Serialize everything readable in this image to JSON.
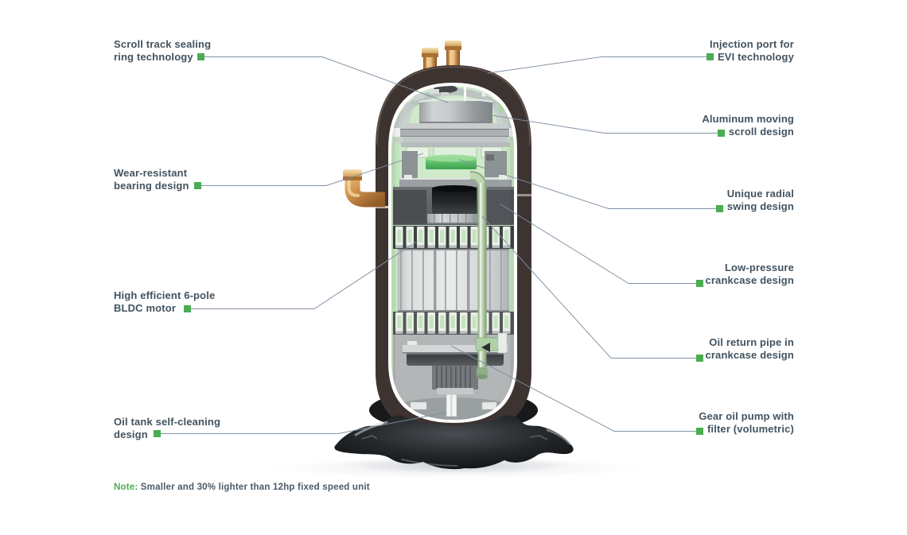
{
  "diagram": {
    "type": "product-feature-callout",
    "subject": "Scroll compressor cutaway illustration",
    "colors": {
      "accent_green": "#4bad51",
      "label_text": "#42535f",
      "leader_line": "#7e8fa0",
      "shell_brown": "#3d3431",
      "interior_green": "#cfe9ca",
      "copper": "#d89f58",
      "base_black": "#17191b"
    },
    "labels_left": [
      {
        "line1": "Scroll track sealing",
        "line2": "ring technology"
      },
      {
        "line1": "Wear-resistant",
        "line2": "bearing design"
      },
      {
        "line1": "High efficient 6-pole",
        "line2": "BLDC motor"
      },
      {
        "line1": "Oil tank self-cleaning",
        "line2": "design"
      }
    ],
    "labels_right": [
      {
        "line1": "Injection port for",
        "line2": "EVI technology"
      },
      {
        "line1": "Aluminum moving",
        "line2": "scroll design"
      },
      {
        "line1": "Unique radial",
        "line2": "swing design"
      },
      {
        "line1": "Low-pressure",
        "line2": "crankcase design"
      },
      {
        "line1": "Oil return pipe in",
        "line2": "crankcase design"
      },
      {
        "line1": "Gear oil pump with",
        "line2": "filter (volumetric)"
      }
    ],
    "note": {
      "label": "Note:",
      "text": "Smaller and 30% lighter than 12hp fixed speed unit"
    }
  }
}
